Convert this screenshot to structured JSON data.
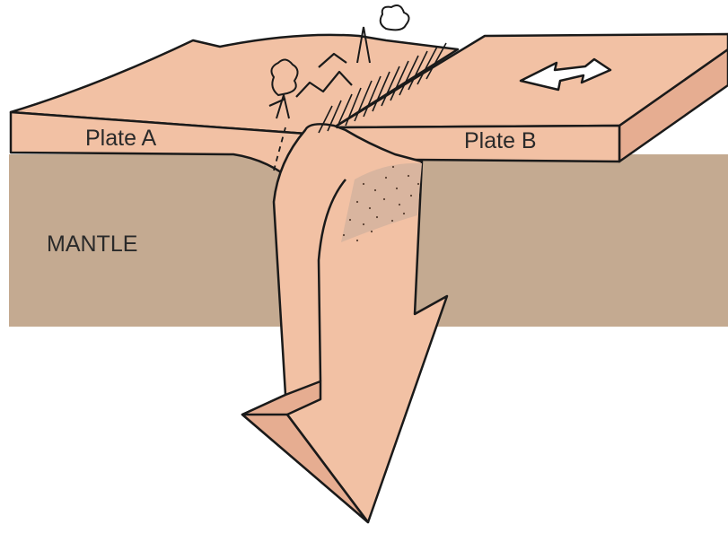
{
  "diagram": {
    "labels": {
      "plate_a": "Plate A",
      "plate_b": "Plate B",
      "mantle": "MANTLE"
    },
    "colors": {
      "mantle": "#c4aa91",
      "plate": "#f2c1a4",
      "plate_dark": "#e6ad91",
      "outline": "#1a1a1a",
      "arrow": "#ffffff"
    }
  }
}
